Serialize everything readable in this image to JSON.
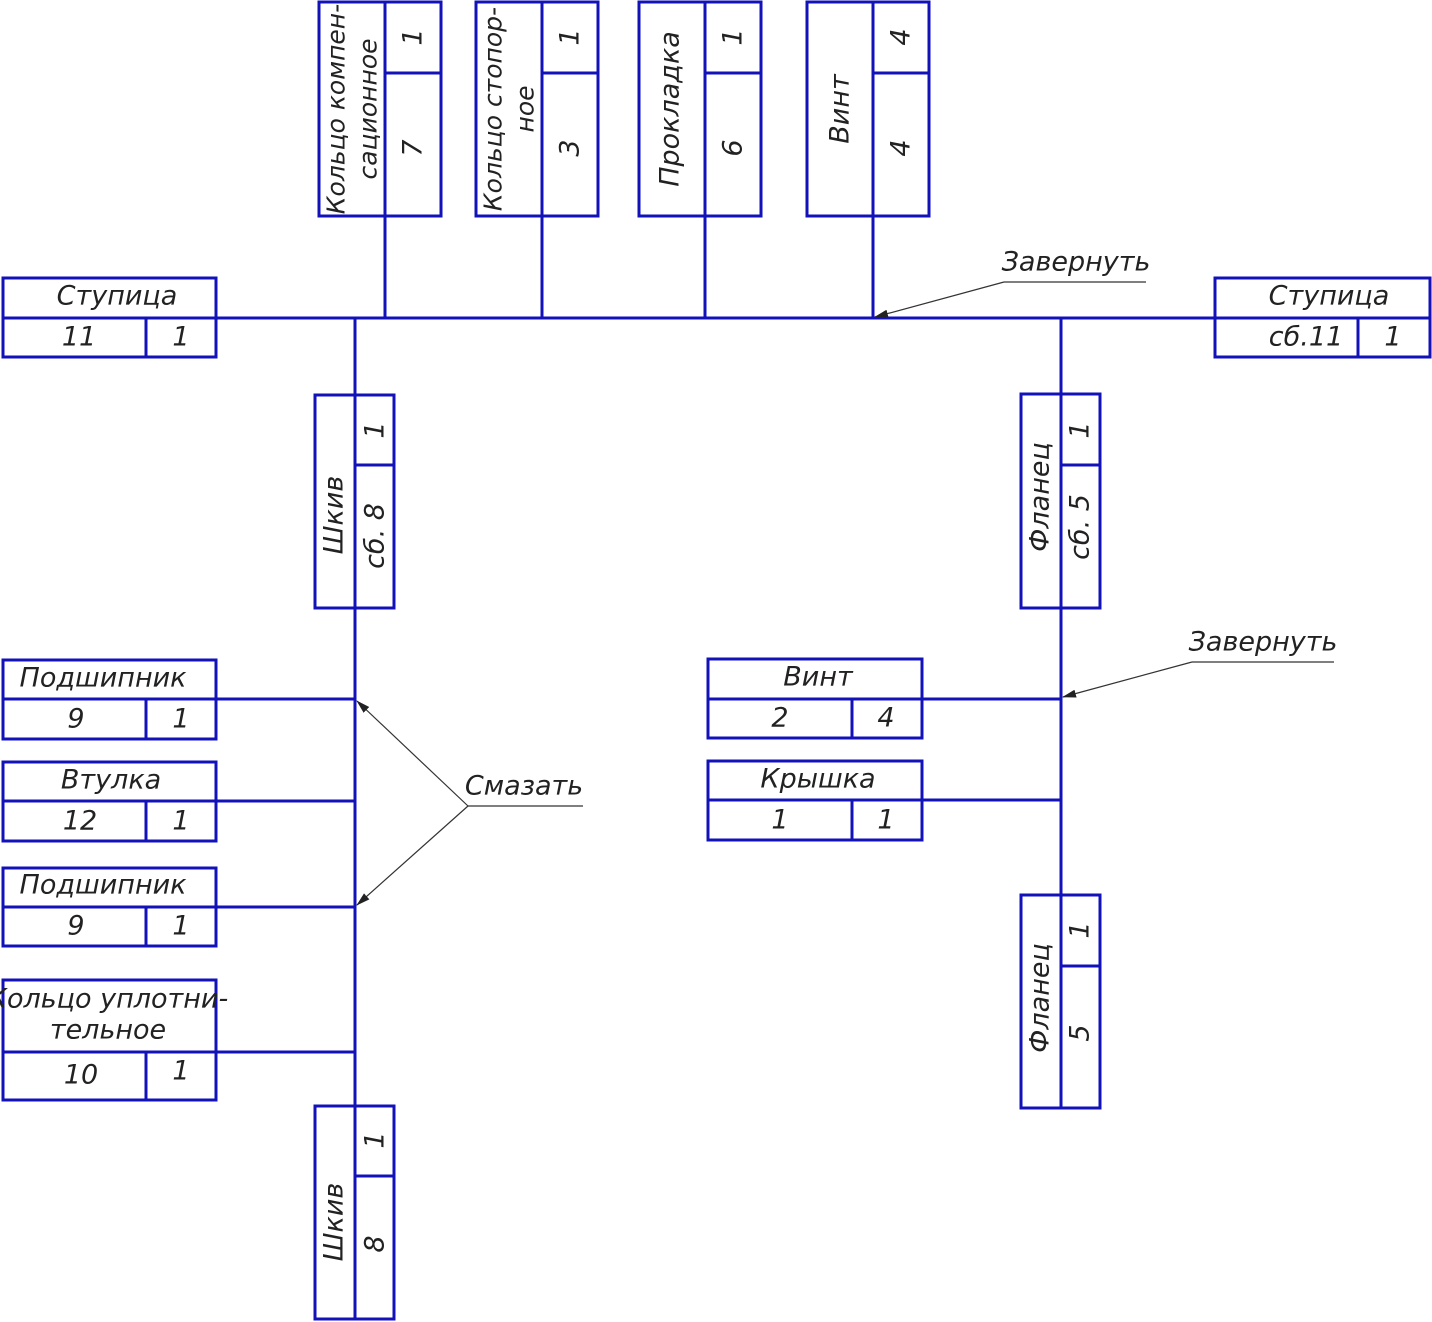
{
  "colors": {
    "lines": "#1212b8",
    "text": "#222222",
    "leaders": "#333333"
  },
  "base_left": {
    "name": "Ступица",
    "num": "11",
    "qty": "1"
  },
  "base_right": {
    "name": "Ступица",
    "num": "сб.11",
    "qty": "1"
  },
  "top_parts": [
    {
      "name_line1": "Кольцо компен-",
      "name_line2": "сационное",
      "num": "7",
      "qty": "1"
    },
    {
      "name_line1": "Кольцо стопор-",
      "name_line2": "ное",
      "num": "3",
      "qty": "1"
    },
    {
      "name": "Прокладка",
      "num": "6",
      "qty": "1"
    },
    {
      "name": "Винт",
      "num": "4",
      "qty": "4"
    }
  ],
  "left_subassembly": {
    "name": "Шкив",
    "num": "сб. 8",
    "qty": "1"
  },
  "left_parts": [
    {
      "name": "Подшипник",
      "num": "9",
      "qty": "1"
    },
    {
      "name": "Втулка",
      "num": "12",
      "qty": "1"
    },
    {
      "name": "Подшипник",
      "num": "9",
      "qty": "1"
    },
    {
      "name_line1": "Кольцо уплотни-",
      "name_line2": "тельное",
      "num": "10",
      "qty": "1"
    }
  ],
  "left_base": {
    "name": "Шкив",
    "num": "8",
    "qty": "1"
  },
  "right_subassembly": {
    "name": "Фланец",
    "num": "сб. 5",
    "qty": "1"
  },
  "right_parts": [
    {
      "name": "Винт",
      "num": "2",
      "qty": "4"
    },
    {
      "name": "Крышка",
      "num": "1",
      "qty": "1"
    }
  ],
  "right_base": {
    "name": "Фланец",
    "num": "5",
    "qty": "1"
  },
  "notes": {
    "screw_top": "Завернуть",
    "screw_right": "Завернуть",
    "lubricate": "Смазать"
  }
}
